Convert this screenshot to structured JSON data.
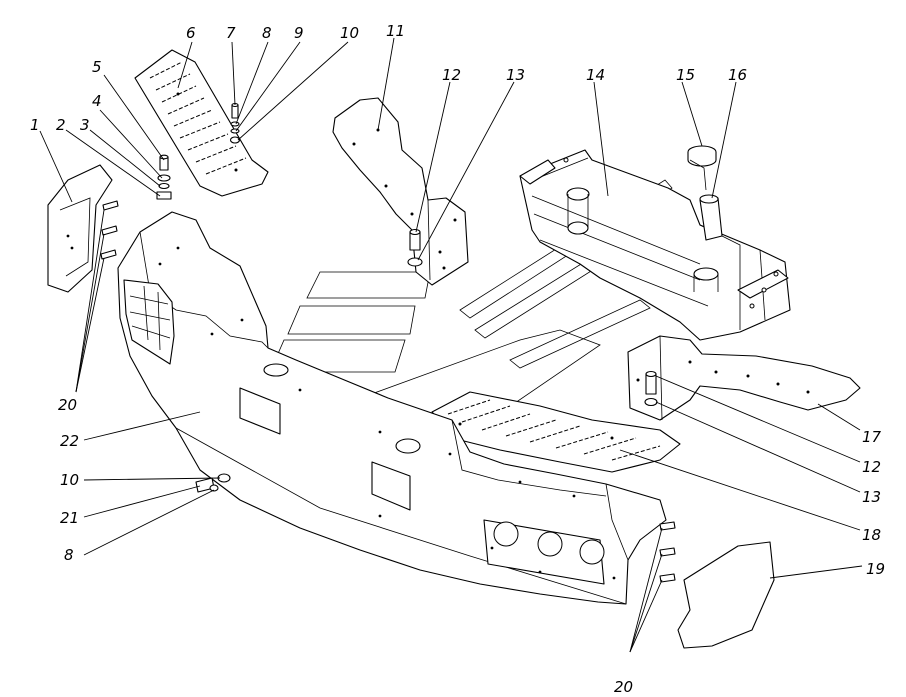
{
  "diagram": {
    "background": "#ffffff",
    "line_color": "#000000",
    "callouts": [
      "1",
      "2",
      "3",
      "4",
      "5",
      "6",
      "7",
      "8",
      "9",
      "10",
      "11",
      "12",
      "13",
      "14",
      "15",
      "16",
      "17",
      "12",
      "13",
      "18",
      "19",
      "20",
      "20",
      "22",
      "10",
      "21",
      "8"
    ]
  }
}
